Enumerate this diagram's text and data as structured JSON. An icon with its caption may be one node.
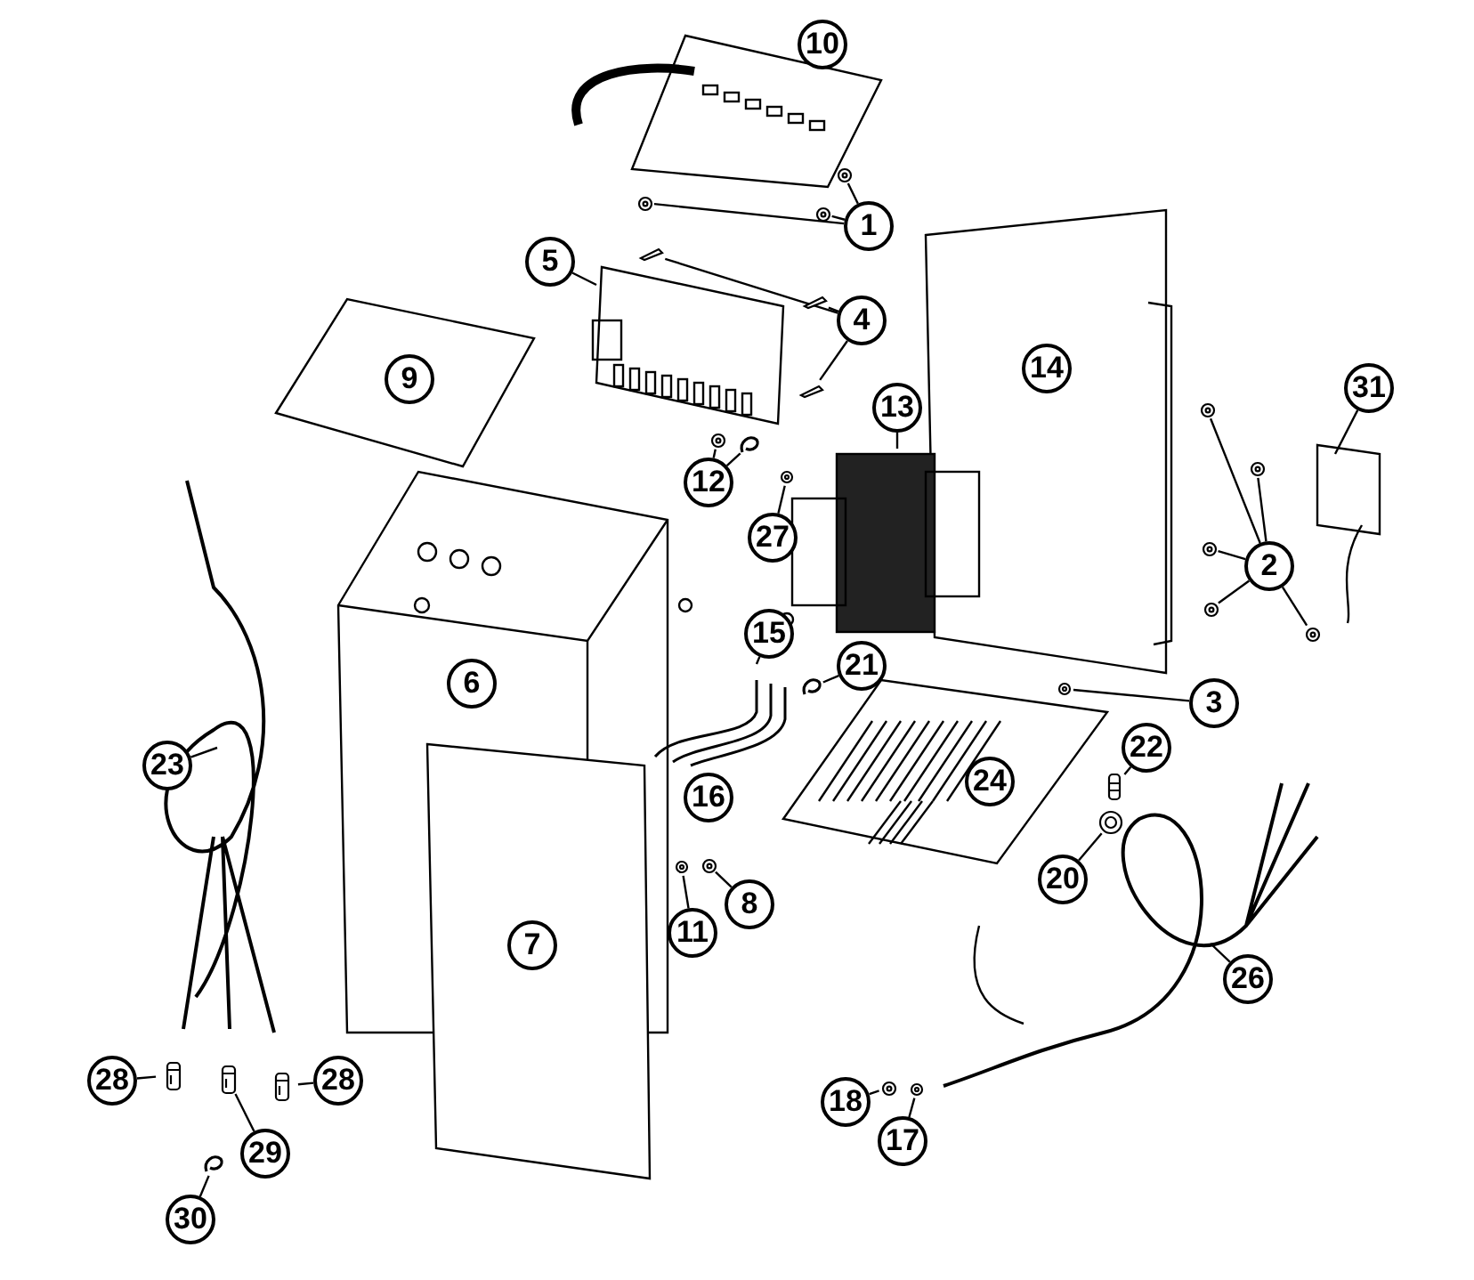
{
  "diagram": {
    "nodes": [
      {
        "text": [
          "10"
        ]
      },
      {
        "text": [
          "1"
        ]
      },
      {
        "text": [
          "5"
        ]
      },
      {
        "text": [
          "4"
        ]
      },
      {
        "text": [
          "9"
        ]
      },
      {
        "text": [
          "14"
        ]
      },
      {
        "text": [
          "13"
        ]
      },
      {
        "text": [
          "31"
        ]
      },
      {
        "text": [
          "12"
        ]
      },
      {
        "text": [
          "27"
        ]
      },
      {
        "text": [
          "2"
        ]
      },
      {
        "text": [
          "6"
        ]
      },
      {
        "text": [
          "15"
        ]
      },
      {
        "text": [
          "21"
        ]
      },
      {
        "text": [
          "3"
        ]
      },
      {
        "text": [
          "23"
        ]
      },
      {
        "text": [
          "22"
        ]
      },
      {
        "text": [
          "24"
        ]
      },
      {
        "text": [
          "16"
        ]
      },
      {
        "text": [
          "20"
        ]
      },
      {
        "text": [
          "8"
        ]
      },
      {
        "text": [
          "11"
        ]
      },
      {
        "text": [
          "7"
        ]
      },
      {
        "text": [
          "26"
        ]
      },
      {
        "text": [
          "28"
        ]
      },
      {
        "text": [
          "28"
        ]
      },
      {
        "text": [
          "29"
        ]
      },
      {
        "text": [
          "18"
        ]
      },
      {
        "text": [
          "17"
        ]
      },
      {
        "text": [
          "30"
        ]
      },
      {
        "text": [],
        "shape": "picture"
      },
      {
        "text": [],
        "shape": "picture"
      },
      {
        "text": [],
        "shape": "picture"
      },
      {
        "text": [],
        "shape": "picture"
      },
      {
        "text": [],
        "shape": "picture"
      },
      {
        "text": [],
        "shape": "picture"
      },
      {
        "text": [],
        "shape": "picture"
      },
      {
        "text": [],
        "shape": "picture"
      },
      {
        "text": [],
        "shape": "picture"
      },
      {
        "text": [],
        "shape": "picture"
      },
      {
        "text": [],
        "shape": "picture"
      },
      {
        "text": [],
        "shape": "picture"
      },
      {
        "text": [],
        "shape": "picture"
      },
      {
        "text": [],
        "shape": "picture"
      },
      {
        "text": [],
        "shape": "picture"
      },
      {
        "text": [],
        "shape": "picture"
      },
      {
        "text": [],
        "shape": "picture"
      },
      {
        "text": [],
        "shape": "picture"
      },
      {
        "text": [],
        "shape": "picture"
      },
      {
        "text": [],
        "shape": "picture"
      },
      {
        "text": [],
        "shape": "picture"
      },
      {
        "text": [],
        "shape": "picture"
      },
      {
        "text": [],
        "shape": "picture"
      },
      {
        "text": [],
        "shape": "picture"
      },
      {
        "text": [],
        "shape": "picture"
      },
      {
        "text": [],
        "shape": "picture"
      }
    ],
    "edges": [
      {
        "from": 1,
        "to": 30,
        "arrow": "none"
      },
      {
        "from": 1,
        "to": 31,
        "arrow": "none"
      },
      {
        "from": 1,
        "to": 32,
        "arrow": "none"
      },
      {
        "from": 2,
        "to": null,
        "arrow": "none"
      },
      {
        "from": 3,
        "to": 33,
        "arrow": "none"
      },
      {
        "from": 3,
        "to": 34,
        "arrow": "none"
      },
      {
        "from": 3,
        "to": 35,
        "arrow": "none"
      },
      {
        "from": 6,
        "to": null,
        "arrow": "none"
      },
      {
        "from": 7,
        "to": null,
        "arrow": "none"
      },
      {
        "from": 8,
        "to": 36,
        "arrow": "none"
      },
      {
        "from": 8,
        "to": 37,
        "arrow": "none"
      },
      {
        "from": 9,
        "to": 38,
        "arrow": "none"
      },
      {
        "from": 10,
        "to": 39,
        "arrow": "none"
      },
      {
        "from": 10,
        "to": 40,
        "arrow": "none"
      },
      {
        "from": 10,
        "to": 41,
        "arrow": "none"
      },
      {
        "from": 10,
        "to": 42,
        "arrow": "none"
      },
      {
        "from": 10,
        "to": 43,
        "arrow": "none"
      },
      {
        "from": 12,
        "to": null,
        "arrow": "none"
      },
      {
        "from": 13,
        "to": 44,
        "arrow": "none"
      },
      {
        "from": 14,
        "to": 45,
        "arrow": "none"
      },
      {
        "from": 15,
        "to": null,
        "arrow": "none"
      },
      {
        "from": 16,
        "to": 46,
        "arrow": "none"
      },
      {
        "from": 19,
        "to": 47,
        "arrow": "none"
      },
      {
        "from": 20,
        "to": 48,
        "arrow": "none"
      },
      {
        "from": 21,
        "to": 49,
        "arrow": "none"
      },
      {
        "from": 23,
        "to": null,
        "arrow": "none"
      },
      {
        "from": 24,
        "to": 50,
        "arrow": "none"
      },
      {
        "from": 25,
        "to": 51,
        "arrow": "none"
      },
      {
        "from": 26,
        "to": 52,
        "arrow": "none"
      },
      {
        "from": 27,
        "to": 53,
        "arrow": "none"
      },
      {
        "from": 28,
        "to": 54,
        "arrow": "none"
      },
      {
        "from": 29,
        "to": 55,
        "arrow": "none"
      }
    ]
  }
}
